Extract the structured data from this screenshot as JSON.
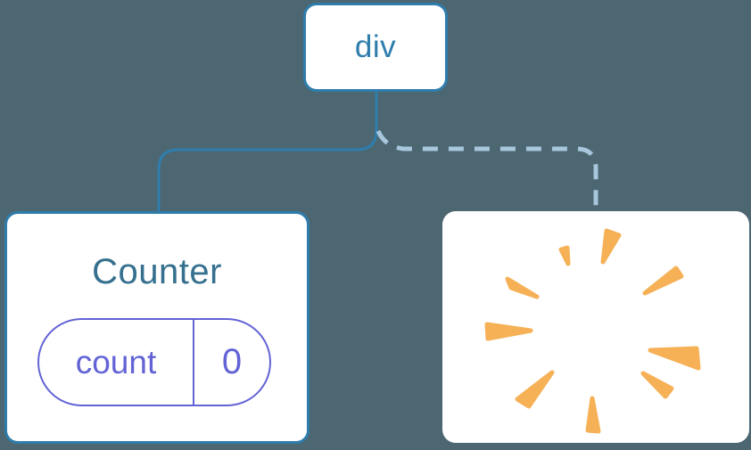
{
  "tree": {
    "root": {
      "label": "div"
    },
    "children": [
      {
        "title": "Counter",
        "state": {
          "key": "count",
          "value": "0"
        },
        "connector": "solid"
      },
      {
        "icon": "poof-burst-icon",
        "connector": "dashed"
      }
    ]
  },
  "colors": {
    "background": "#4d6772",
    "node_blue": "#2e7dac",
    "counter_title_blue": "#35708e",
    "state_indigo": "#6363d6",
    "dashed_link_blue": "#a8c6dc",
    "poof_orange": "#f6b157",
    "card_background": "#ffffff"
  }
}
